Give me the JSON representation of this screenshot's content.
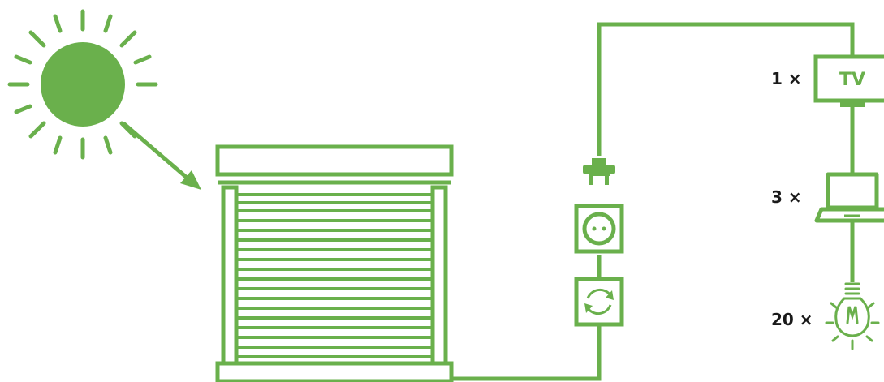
{
  "diagram": {
    "accent_color": "#6ab04c",
    "text_color": "#1a1a1a",
    "tv_label": "TV",
    "devices": [
      {
        "count_label": "1 ×",
        "icon": "tv-icon"
      },
      {
        "count_label": "3 ×",
        "icon": "laptop-icon"
      },
      {
        "count_label": "20 ×",
        "icon": "light-bulb-icon"
      }
    ]
  }
}
